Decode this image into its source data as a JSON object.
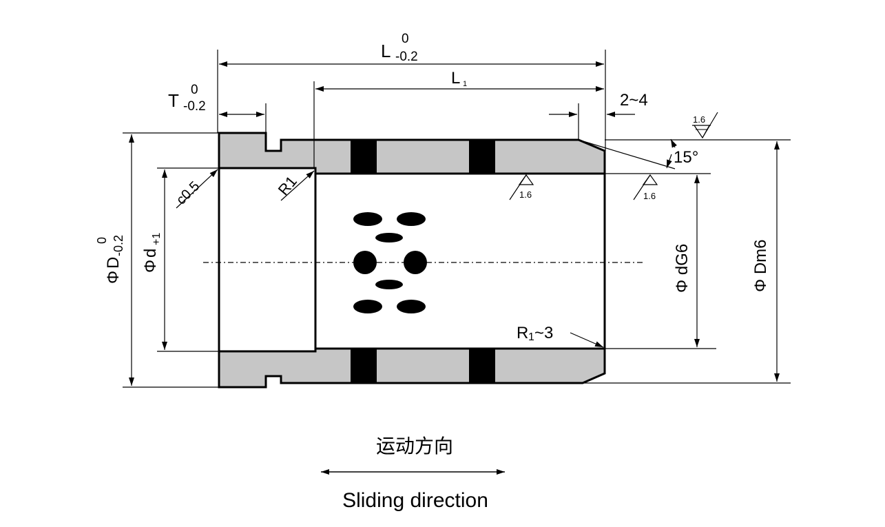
{
  "dims": {
    "L": {
      "symbol": "L",
      "upper": "0",
      "lower": "-0.2"
    },
    "L1": {
      "symbol": "L",
      "sub": "1"
    },
    "T": {
      "symbol": "T",
      "upper": "0",
      "lower": "-0.2"
    },
    "chamfer_len": "2~4",
    "angle": "15°",
    "outer_D": {
      "prefix": "Φ",
      "symbol": "D",
      "upper": "0",
      "lower": "-0.2"
    },
    "bore_d": {
      "prefix": "Φ",
      "symbol": "d",
      "tol": "+1"
    },
    "c05": "c0.5",
    "r1": "R1",
    "r13": {
      "r": "R",
      "sub": "1",
      "rest": "~3"
    },
    "dG6": "Φ dG6",
    "Dm6": "Φ Dm6"
  },
  "roughness": {
    "top": "1.6",
    "inner_a": "1.6",
    "inner_b": "1.6"
  },
  "caption_cn": "运动方向",
  "caption_en": "Sliding direction",
  "colors": {
    "part_fill": "#c6c6c6",
    "band": "#000000",
    "line": "#000000"
  }
}
